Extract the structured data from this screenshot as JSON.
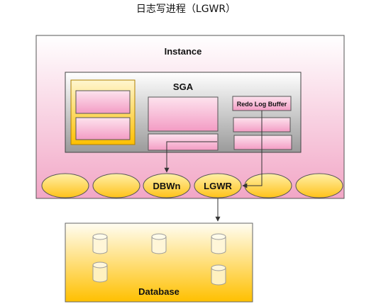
{
  "title": "日志写进程（LGWR）",
  "instance": {
    "label": "Instance"
  },
  "sga": {
    "label": "SGA",
    "redo_log_buffer_label": "Redo Log Buffer"
  },
  "processes": [
    "",
    "",
    "DBWn",
    "LGWR",
    "",
    ""
  ],
  "database": {
    "label": "Database"
  },
  "colors": {
    "instance_fill_top": "#ffffff",
    "instance_fill_bottom": "#f2a8c8",
    "sga_fill": "#d8d8d8",
    "pink_box": "#f6b3d2",
    "yellow_ellipse": "#ffd23c",
    "database_top": "#ffffff",
    "database_bottom": "#ffc000",
    "connector": "#333333"
  }
}
